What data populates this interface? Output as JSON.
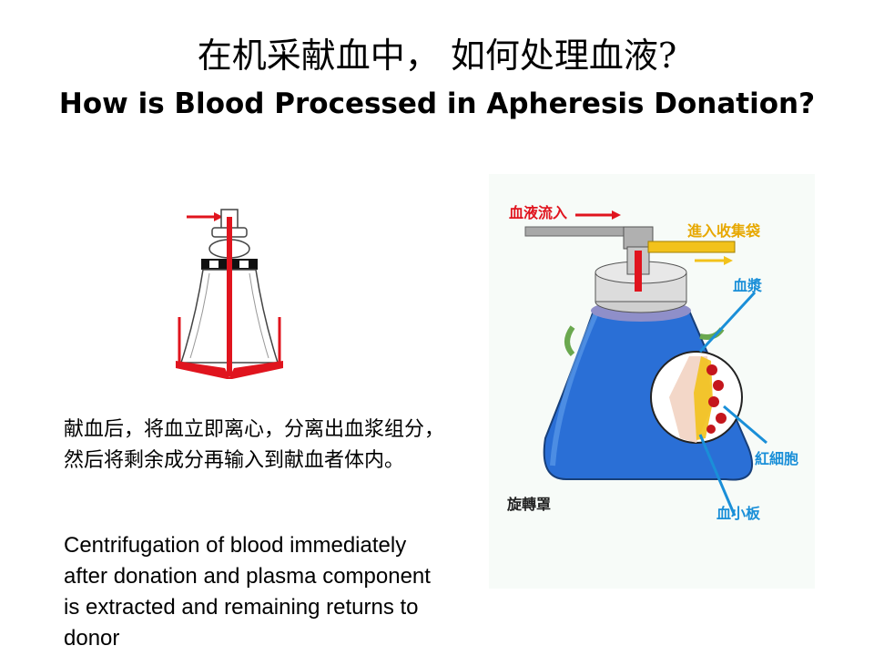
{
  "title": {
    "zh": "在机采献血中， 如何处理血液?",
    "en": "How is Blood Processed in Apheresis Donation?"
  },
  "description": {
    "zh": "献血后，将血立即离心，分离出血浆组分，然后将剩余成分再输入到献血者体内。",
    "en": "Centrifugation of blood immediately after donation and plasma component is extracted and remaining returns to donor"
  },
  "diagram": {
    "labels": {
      "blood_in": "血液流入",
      "to_bag": "進入收集袋",
      "plasma": "血漿",
      "red_cells": "紅細胞",
      "platelets": "血小板",
      "bowl": "旋轉罩"
    },
    "colors": {
      "blood_red": "#e0141e",
      "bowl_blue": "#2a6fd6",
      "plasma_yellow": "#f2c21b",
      "arrow_blue": "#1a8fd8",
      "background": "#f7fbf8"
    }
  }
}
